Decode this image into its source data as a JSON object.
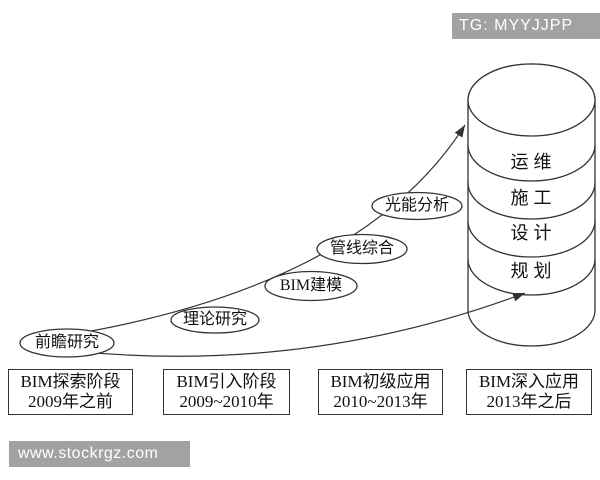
{
  "badge": {
    "label": "TG: MYYJJPP"
  },
  "watermark": {
    "label": "www.stockrgz.com"
  },
  "diagram": {
    "milestones": [
      {
        "label": "前瞻研究"
      },
      {
        "label": "理论研究"
      },
      {
        "label": "BIM建模"
      },
      {
        "label": "管线综合"
      },
      {
        "label": "光能分析"
      }
    ],
    "cylinder_layers": [
      {
        "label": "运维"
      },
      {
        "label": "施工"
      },
      {
        "label": "设计"
      },
      {
        "label": "规划"
      }
    ],
    "stages": [
      {
        "name": "BIM探索阶段",
        "period": "2009年之前"
      },
      {
        "name": "BIM引入阶段",
        "period": "2009~2010年"
      },
      {
        "name": "BIM初级应用",
        "period": "2010~2013年"
      },
      {
        "name": "BIM深入应用",
        "period": "2013年之后"
      }
    ],
    "colors": {
      "line": "#333333",
      "text": "#111111",
      "badge_bg": "#a2a2a2",
      "watermark_bg": "#a2a2a2",
      "background": "#ffffff"
    }
  }
}
